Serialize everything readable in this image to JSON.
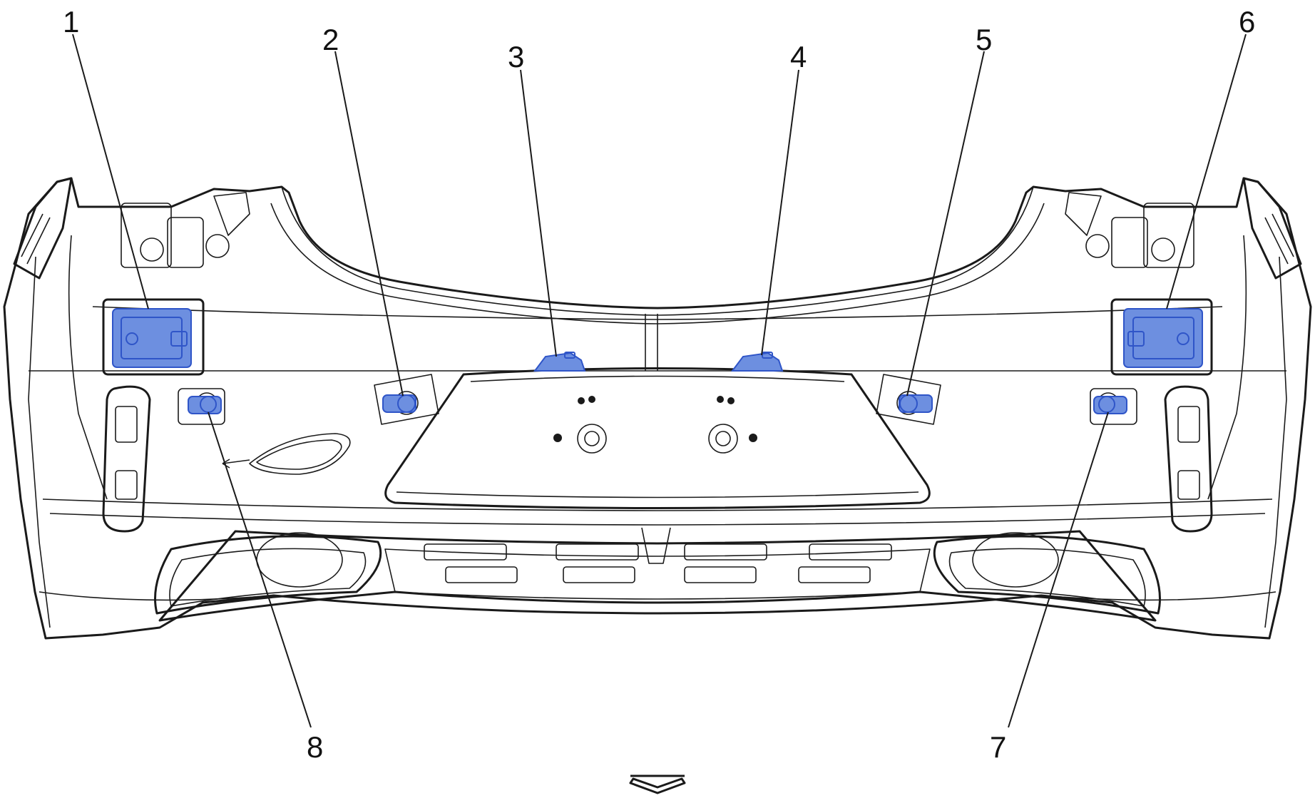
{
  "callouts": [
    {
      "number": "1",
      "target": "left-park-assist-bracket-upper"
    },
    {
      "number": "2",
      "target": "left-inner-sensor"
    },
    {
      "number": "3",
      "target": "left-center-sensor-clip"
    },
    {
      "number": "4",
      "target": "right-center-sensor-clip"
    },
    {
      "number": "5",
      "target": "right-inner-sensor"
    },
    {
      "number": "6",
      "target": "right-park-assist-bracket-upper"
    },
    {
      "number": "7",
      "target": "right-outer-sensor"
    },
    {
      "number": "8",
      "target": "left-outer-sensor"
    }
  ],
  "colors": {
    "fascia": "#d2cfbf",
    "fascia_dark": "#c8c5b4",
    "highlight": "#6d8fe0",
    "highlight_stroke": "#2f55c8",
    "line": "#1a1a1a"
  },
  "icons": {
    "forward_arrow": "chevron-down-icon"
  }
}
